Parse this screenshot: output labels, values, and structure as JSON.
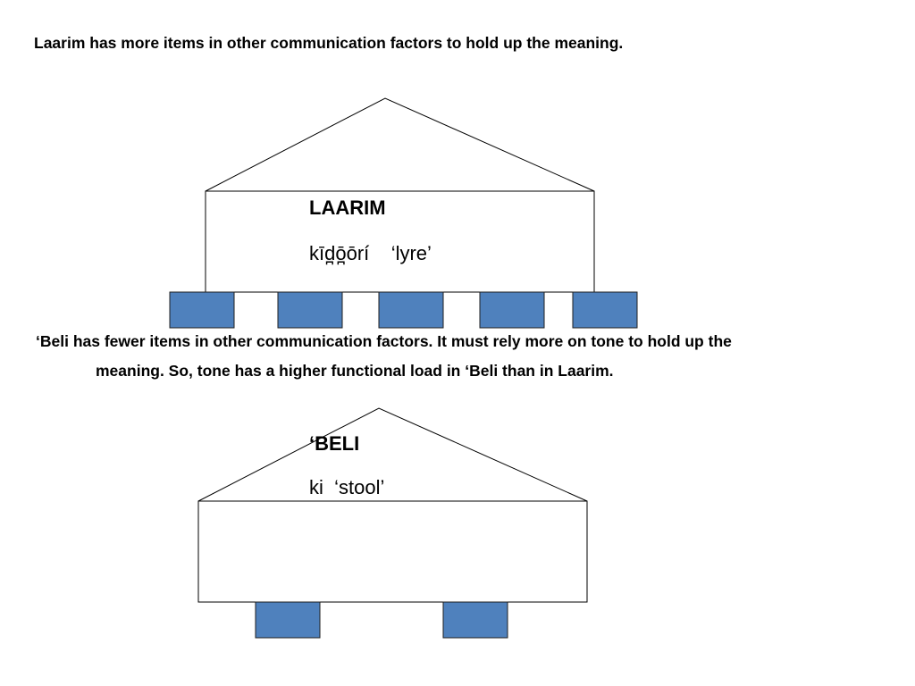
{
  "captions": {
    "laarim": "Laarim has more items in other communication factors to hold up the meaning.",
    "beli_line1": "‘Beli has fewer items in other communication factors.  It must rely more on tone to hold up the",
    "beli_line2": "meaning.  So, tone has a higher functional load in ‘Beli than in Laarim."
  },
  "houses": {
    "laarim": {
      "title": "LAARIM",
      "word": "kīd̪ō̪ōrí    ‘lyre’",
      "pillar_count": 5
    },
    "beli": {
      "title": "‘BELI",
      "word": "ki  ‘stool’",
      "pillar_count": 2
    }
  },
  "colors": {
    "pillar_fill": "#4f81bd",
    "pillar_stroke": "#1f1f1f",
    "outline": "#000000"
  }
}
